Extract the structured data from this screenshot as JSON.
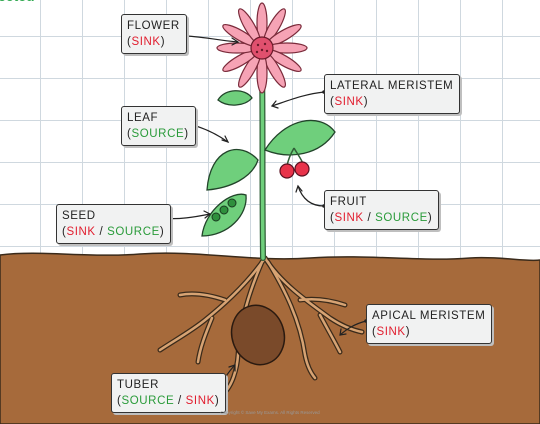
{
  "corner_fragment": "ectcu",
  "labels": {
    "flower": {
      "title": "FLOWER",
      "tag1": "SINK"
    },
    "lateral": {
      "title": "LATERAL MERISTEM",
      "tag1": "SINK"
    },
    "leaf": {
      "title": "LEAF",
      "tag1": "SOURCE"
    },
    "fruit": {
      "title": "FRUIT",
      "tag1": "SINK",
      "sep": "/",
      "tag2": "SOURCE"
    },
    "seed": {
      "title": "SEED",
      "tag1": "SINK",
      "sep": "/",
      "tag2": "SOURCE"
    },
    "apical": {
      "title": "APICAL MERISTEM",
      "tag1": "SINK"
    },
    "tuber": {
      "title": "TUBER",
      "tag1": "SOURCE",
      "sep": "/",
      "tag2": "SINK"
    }
  },
  "paren_open": "(",
  "paren_close": ")",
  "copyright": "Copyright © Save My Exams. All Rights Reserved",
  "colors": {
    "sink": "#e11d2e",
    "source": "#2a9b3a",
    "soil": "#a66a3b",
    "leaf": "#6fcf7c",
    "petal": "#f6a3b5"
  }
}
